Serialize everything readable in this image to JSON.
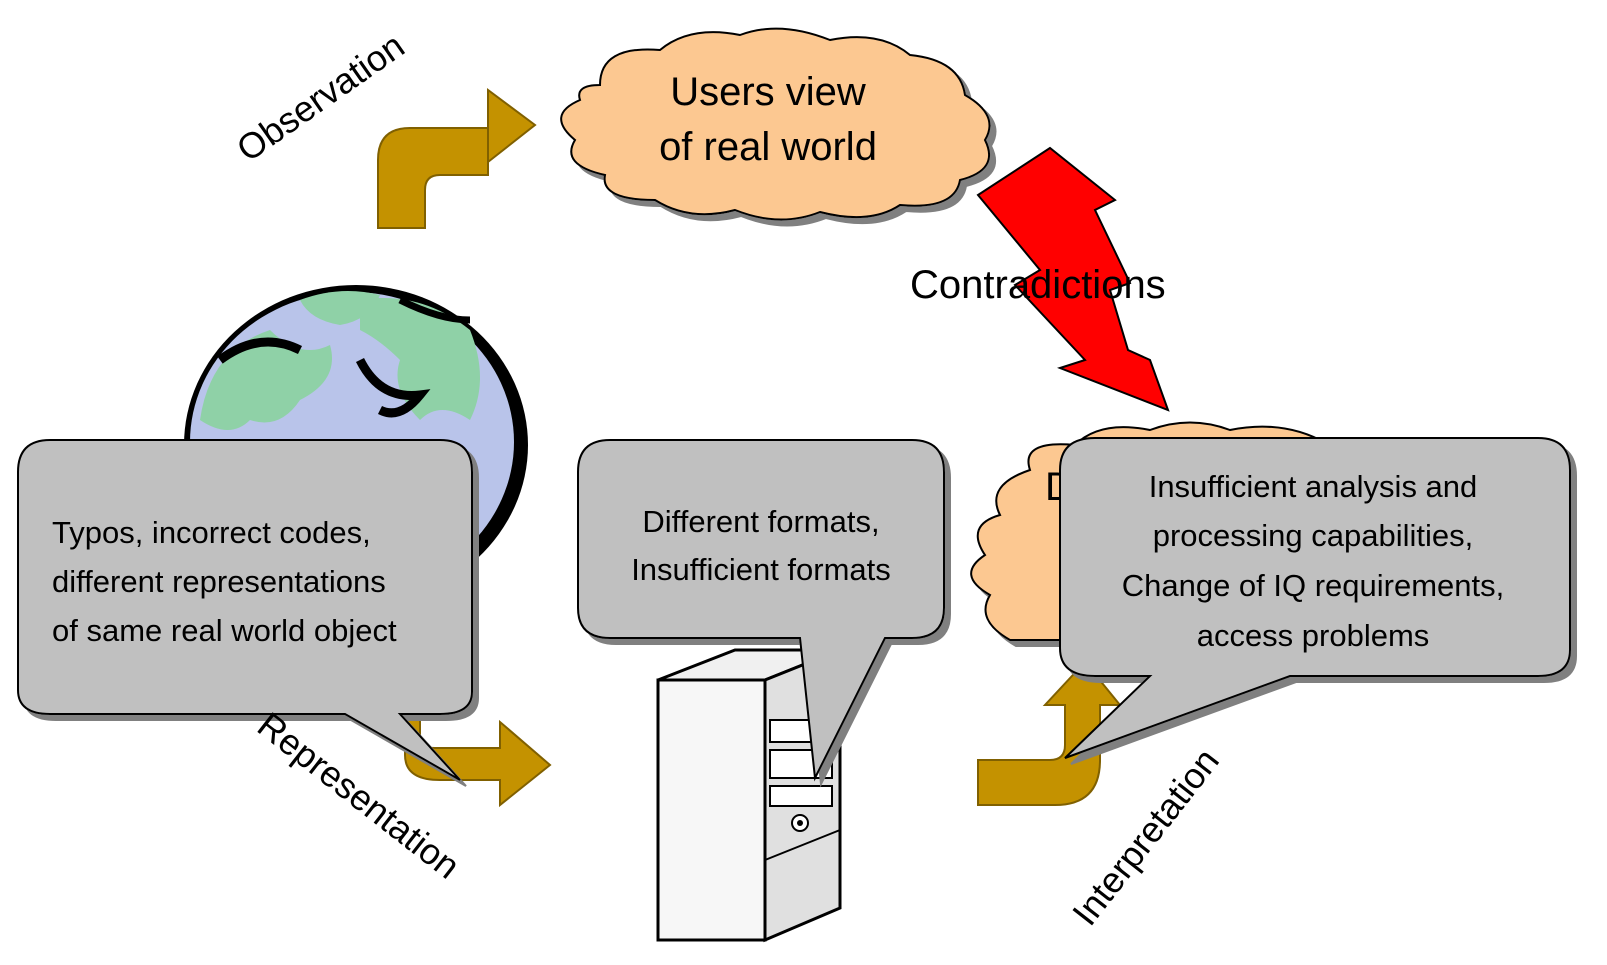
{
  "diagram": {
    "labels": {
      "observation": "Observation",
      "contradictions": "Contradictions",
      "representation": "Representation",
      "interpretation": "Interpretation"
    },
    "users_view_cloud": {
      "lines": [
        "Users view",
        "of real world"
      ]
    },
    "hidden_cloud_fragment": "D",
    "callouts": {
      "left": {
        "lines": [
          "Typos, incorrect codes,",
          "different representations",
          "of same real world object"
        ]
      },
      "center": {
        "lines": [
          "Different formats,",
          "Insufficient formats"
        ]
      },
      "right": {
        "lines": [
          "Insufficient analysis and",
          "processing capabilities,",
          "Change of IQ requirements,",
          "access problems"
        ]
      }
    },
    "colors": {
      "cloud_fill": "#fcc891",
      "arrow_fill": "#c49200",
      "lightning_fill": "#ff0000",
      "callout_fill": "#c0c0c0",
      "globe_land": "#8fd1a7",
      "globe_water": "#b9c4ea"
    },
    "icons": [
      "globe-icon",
      "computer-tower-icon",
      "lightning-bolt-icon"
    ]
  }
}
